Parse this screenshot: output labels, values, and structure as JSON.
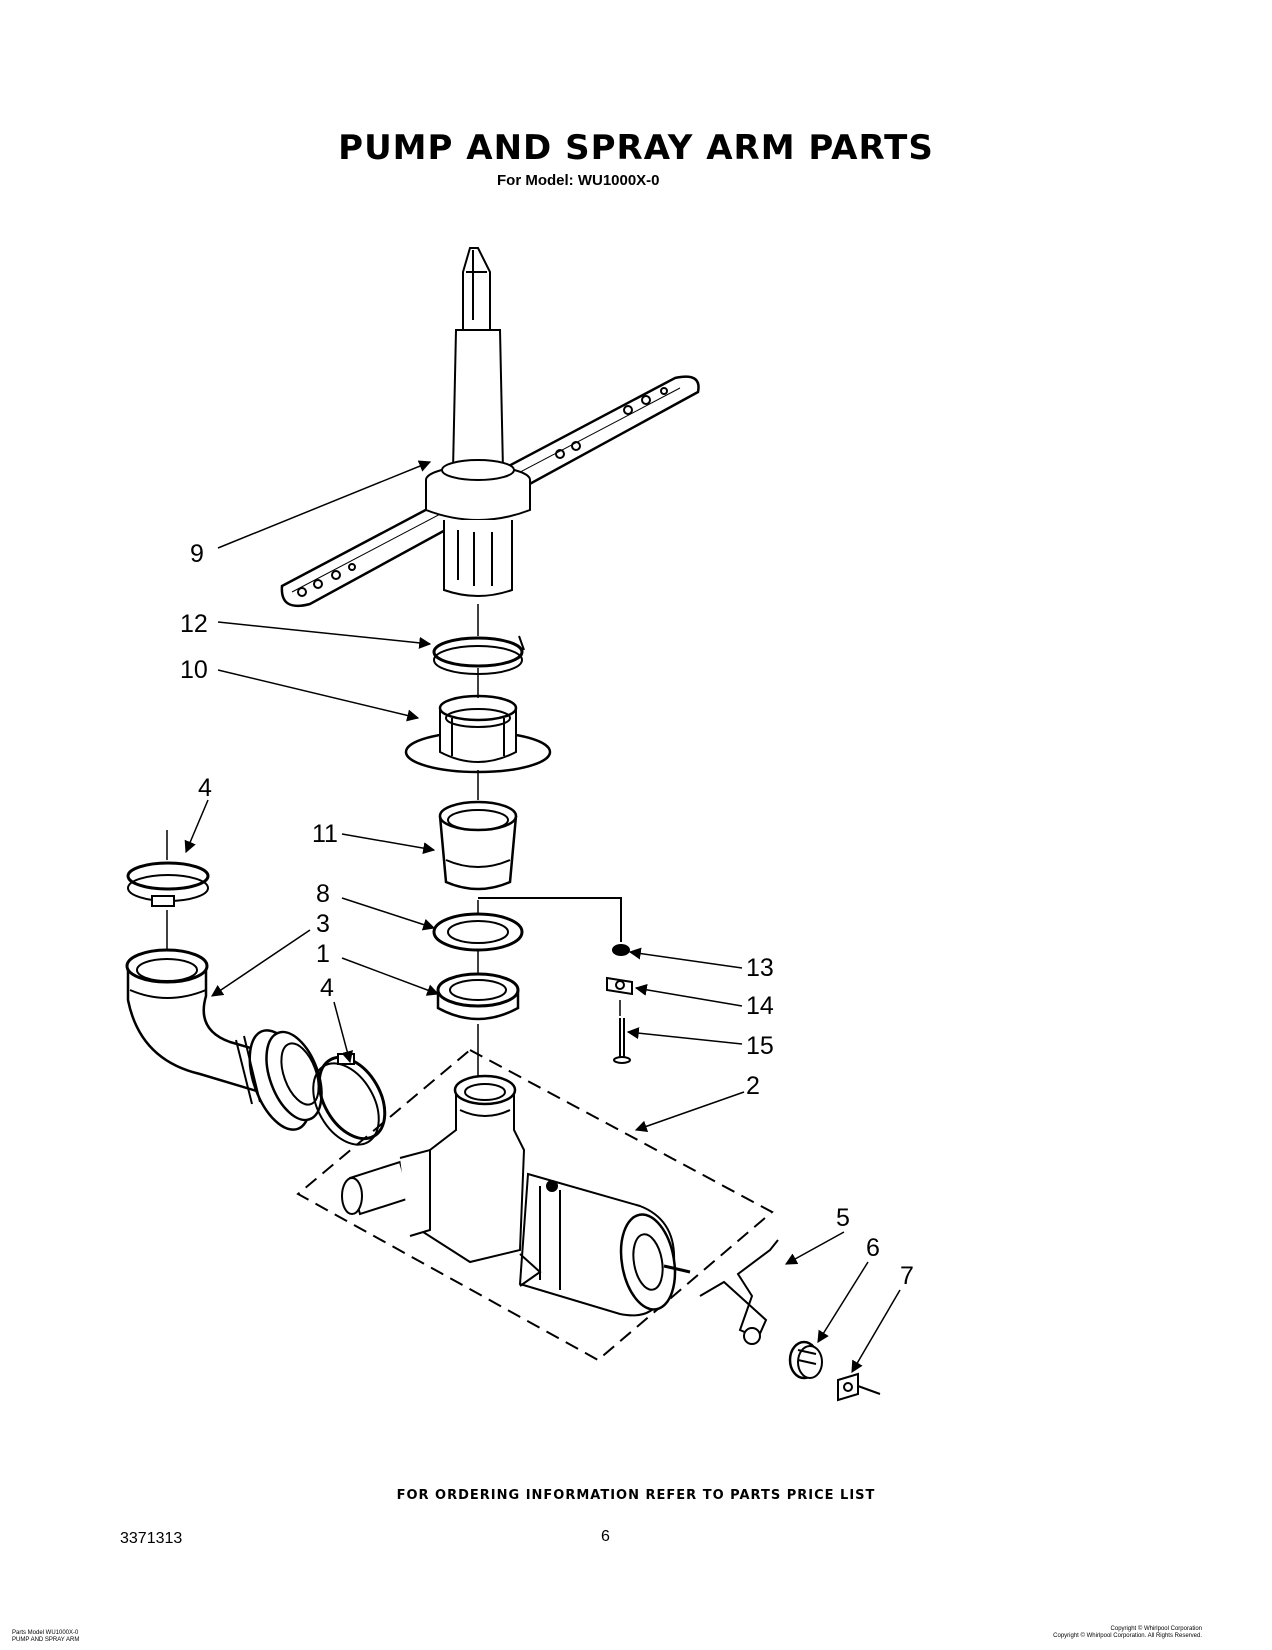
{
  "header": {
    "title": "PUMP AND SPRAY ARM PARTS",
    "subtitle": "For Model: WU1000X-0"
  },
  "callouts": [
    "9",
    "12",
    "10",
    "4",
    "11",
    "8",
    "3",
    "1",
    "4",
    "13",
    "14",
    "15",
    "2",
    "5",
    "6",
    "7"
  ],
  "footer": {
    "ordering_note": "FOR ORDERING INFORMATION REFER TO PARTS PRICE LIST",
    "doc_number": "3371313",
    "page_number": "6",
    "small_left_line1": "Parts Model WU1000X-0",
    "small_left_line2": "PUMP AND SPRAY ARM",
    "small_right_line1": "Copyright © Whirlpool Corporation",
    "small_right_line2": "Copyright © Whirlpool Corporation. All Rights Reserved."
  }
}
